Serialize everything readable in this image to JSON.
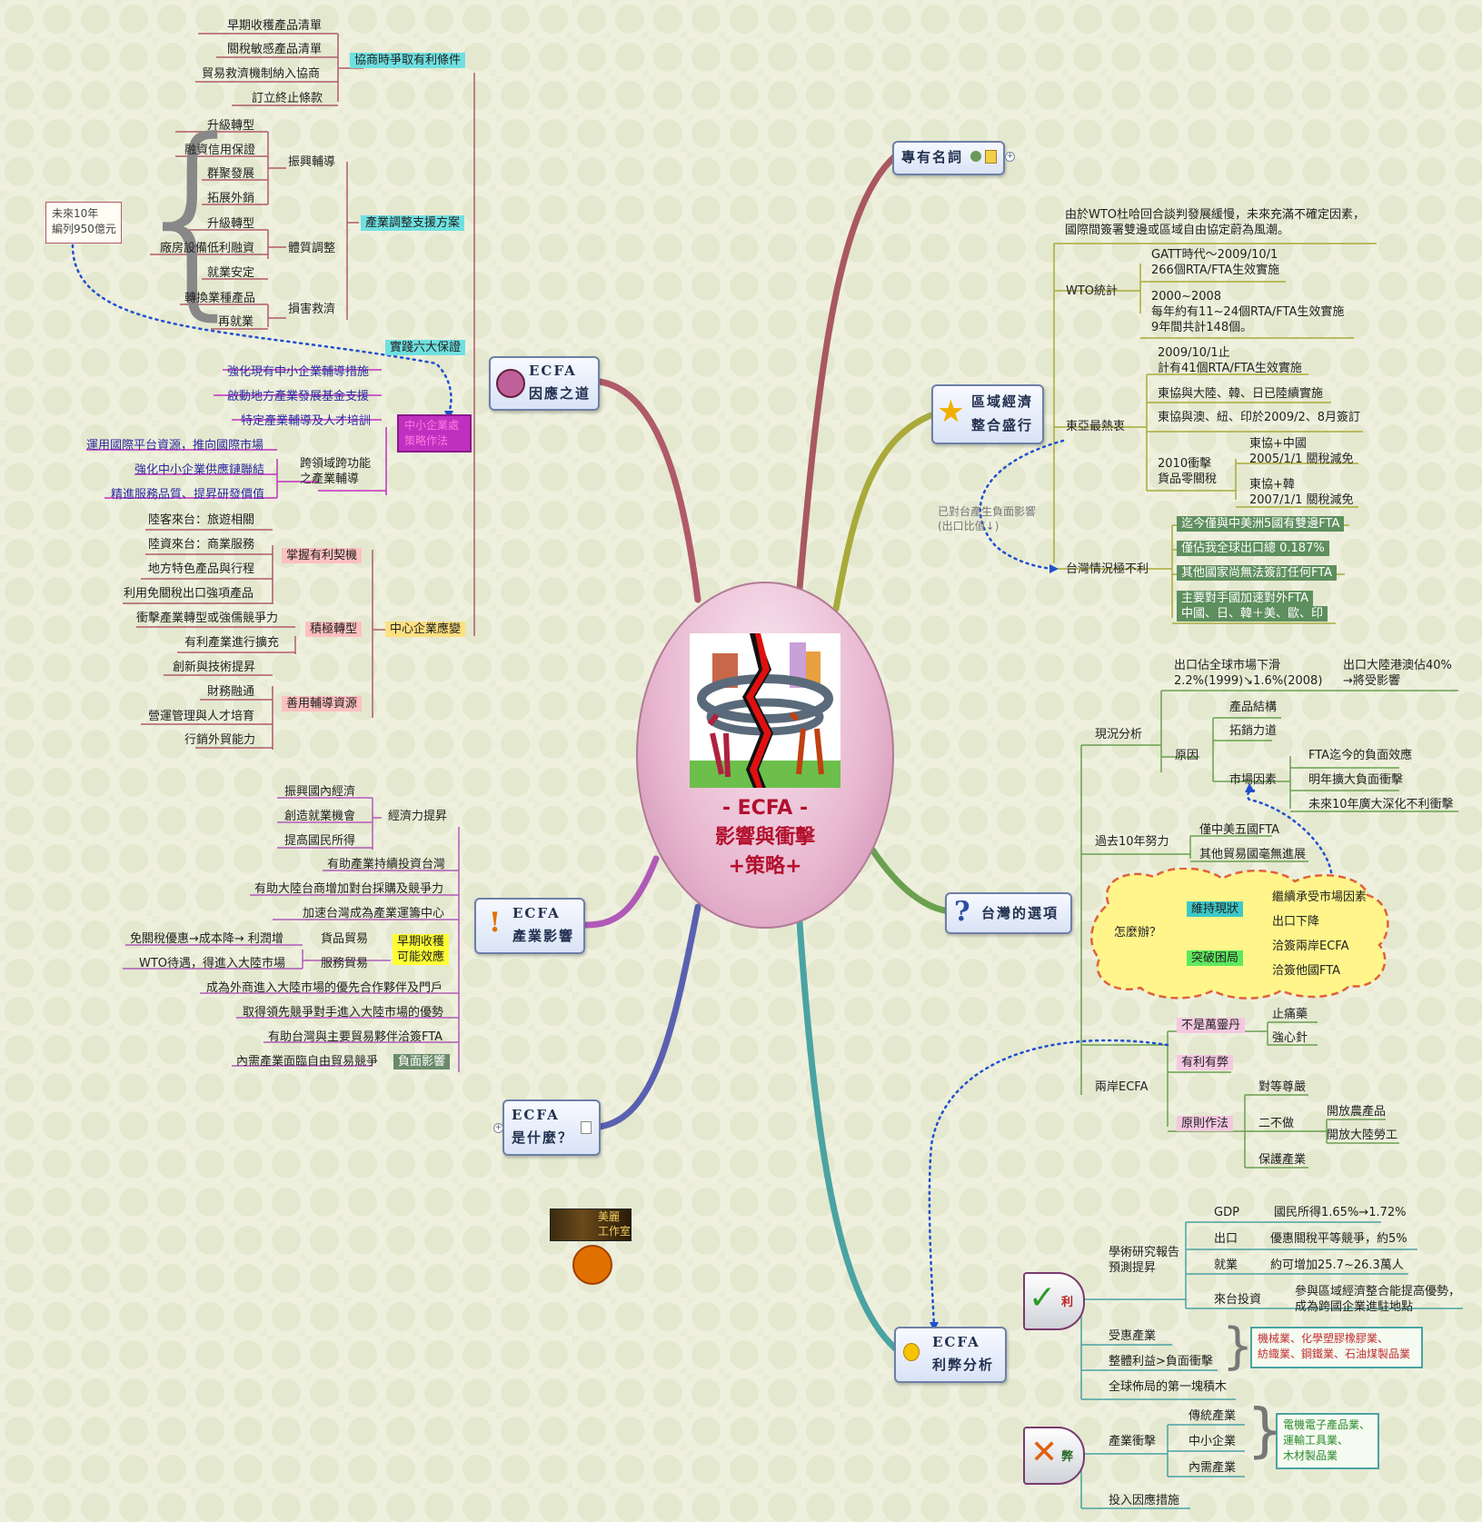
{
  "center": {
    "line1": "- ECFA -",
    "line2": "影響與衝擊",
    "line3": "+策略+"
  },
  "topics": {
    "terms": "專有名詞",
    "regional": [
      "區域經濟",
      "整合盛行"
    ],
    "taiwan": "台灣的選項",
    "prosCons": [
      "ECFA",
      "利弊分析"
    ],
    "response": [
      "ECFA",
      "因應之道"
    ],
    "impact": [
      "ECFA",
      "產業影響"
    ],
    "what": [
      "ECFA",
      "是什麼？"
    ]
  },
  "regional": {
    "intro1": "由於WTO杜哈回合談判發展緩慢，未來充滿不確定因素，",
    "intro2": "國際間簽署雙邊或區域自由協定蔚為風潮。",
    "wto": "WTO統計",
    "gatt1": "GATT時代～2009/10/1",
    "gatt2": "266個RTA/FTA生效實施",
    "y1": "2000~2008",
    "y2": "每年約有11~24個RTA/FTA生效實施",
    "y3": "9年間共計148個。",
    "ea": "東亞最熱衷",
    "ea1a": "2009/10/1止",
    "ea1b": "計有41個RTA/FTA生效實施",
    "ea2": "東協與大陸、韓、日已陸續實施",
    "ea3": "東協與澳、紐、印於2009/2、8月簽訂",
    "ea4a": "2010衝擊",
    "ea4b": "貨品零關稅",
    "ea4c1": "東協+中國",
    "ea4c2": "2005/1/1 關稅減免",
    "ea4d1": "東協+韓",
    "ea4d2": "2007/1/1 關稅減免",
    "note1": "已對台產生負面影響",
    "note2": "(出口比值↓)",
    "tw": "台灣情況極不利",
    "tw1": "迄今僅與中美洲5國有雙邊FTA",
    "tw2": "僅佔我全球出口總 0.187%",
    "tw3": "其他國家尚無法簽訂任何FTA",
    "tw4a": "主要對手國加速對外FTA",
    "tw4b": "中國、日、韓＋美、歐、印"
  },
  "taiwan": {
    "status": "現況分析",
    "s1a": "出口佔全球市場下滑",
    "s1b": "2.2%(1999)↘1.6%(2008)",
    "s1c1": "出口大陸港澳佔40%",
    "s1c2": "→將受影響",
    "reason": "原因",
    "r1": "產品結構",
    "r2": "拓銷力道",
    "market": "市場因素",
    "m1": "FTA迄今的負面效應",
    "m2": "明年擴大負面衝擊",
    "m3": "未來10年廣大深化不利衝擊",
    "past": "過去10年努力",
    "p1": "僅中美五國FTA",
    "p2": "其他貿易國毫無進展",
    "how": "怎麼辦？",
    "keep": "維持現狀",
    "k1": "繼續承受市場因素",
    "k2": "出口下降",
    "break": "突破困局",
    "b1": "洽簽兩岸ECFA",
    "b2": "洽簽他國FTA",
    "ecfa": "兩岸ECFA",
    "notPanacea": "不是萬靈丹",
    "np1": "止痛藥",
    "np2": "強心針",
    "prosCons": "有利有弊",
    "principle": "原則作法",
    "pr1": "對等尊嚴",
    "pr2": "二不做",
    "pr2a": "開放農產品",
    "pr2b": "開放大陸勞工",
    "pr3": "保護產業"
  },
  "analysis": {
    "pro": "利",
    "con": "弊",
    "research1": "學術研究報告",
    "research2": "預測提昇",
    "gdp": "GDP",
    "gdpv": "國民所得1.65%→1.72%",
    "export": "出口",
    "exportv": "優惠關稅平等競爭，約5%",
    "job": "就業",
    "jobv": "約可增加25.7~26.3萬人",
    "invest": "來台投資",
    "investv1": "參與區域經濟整合能提高優勢，",
    "investv2": "成為跨國企業進駐地點",
    "benefit": "受惠產業",
    "overall": "整體利益>負面衝擊",
    "ind1": "機械業、化學塑膠橡膠業、",
    "ind2": "紡織業、鋼鐵業、石油煤製品業",
    "global": "全球佈局的第一塊積木",
    "shock": "產業衝擊",
    "sh1": "傳統產業",
    "sh2": "中小企業",
    "sh3": "內需產業",
    "shind1": "電機電子產品業、",
    "shind2": "運輸工具業、",
    "shind3": "木材製品業",
    "measures": "投入因應措施"
  },
  "response": {
    "negotiate": "協商時爭取有利條件",
    "n1": "早期收穫產品清單",
    "n2": "關稅敏感產品清單",
    "n3": "貿易救濟機制納入協商",
    "n4": "訂立終止條款",
    "adjust": "產業調整支援方案",
    "future1": "未來10年",
    "future2": "編列950億元",
    "boost": "振興輔導",
    "bo1": "升級轉型",
    "bo2": "融資信用保證",
    "bo3": "群聚發展",
    "bo4": "拓展外銷",
    "body": "體質調整",
    "bd1": "升級轉型",
    "bd2": "廠房設備低利融資",
    "bd3": "就業安定",
    "relief": "損害救濟",
    "rl1": "轉換業種產品",
    "rl2": "再就業",
    "six": "實踐六大保證",
    "sme": "中小企業處",
    "sme2": "策略作法",
    "sm1": "強化現有中小企業輔導措施",
    "sm2": "啟動地方產業發展基金支援",
    "sm3": "特定產業輔導及人才培訓",
    "cross1": "跨領域跨功能",
    "cross2": "之產業輔導",
    "c1": "運用國際平台資源，推向國際市場",
    "c2": "強化中小企業供應鏈聯結",
    "c3": "精進服務品質、提昇研發價值",
    "smeAdapt": "中心企業應變",
    "grab": "掌握有利契機",
    "g1": "陸客來台：旅遊相關",
    "g2": "陸資來台：商業服務",
    "g3": "地方特色產品與行程",
    "g4": "利用免關稅出口強項產品",
    "active": "積極轉型",
    "a1": "衝擊產業轉型或強儒競爭力",
    "a2": "有利產業進行擴充",
    "use": "善用輔導資源",
    "u1": "創新與技術提昇",
    "u2": "財務融通",
    "u3": "營運管理與人才培育",
    "u4": "行銷外貿能力"
  },
  "impact": {
    "econ": "經濟力提昇",
    "e1": "振興國內經濟",
    "e2": "創造就業機會",
    "e3": "提高國民所得",
    "i1": "有助產業持續投資台灣",
    "i2": "有助大陸台商增加對台採購及競爭力",
    "i3": "加速台灣成為產業運籌中心",
    "early1": "早期收穫",
    "early2": "可能效應",
    "goods": "貨品貿易",
    "goodsv": "免關稅優惠→成本降→ 利潤增",
    "service": "服務貿易",
    "servicev": "WTO待遇，得進入大陸市場",
    "i4": "成為外商進入大陸市場的優先合作夥伴及門戶",
    "i5": "取得領先競爭對手進入大陸市場的優勢",
    "i6": "有助台灣與主要貿易夥伴洽簽FTA",
    "neg": "負面影響",
    "negv": "內需產業面臨自由貿易競爭"
  },
  "logo": {
    "text1": "美麗",
    "text2": "工作室"
  },
  "colors": {
    "responseBranch": "#b05a6a",
    "regionalBranch": "#a9aa3a",
    "taiwanBranch": "#6aa050",
    "analysisBranch": "#4aa3a3",
    "impactBranch": "#b05ab8",
    "whatBranch": "#5a60b0",
    "dottedLink": "#1e4fd0"
  }
}
